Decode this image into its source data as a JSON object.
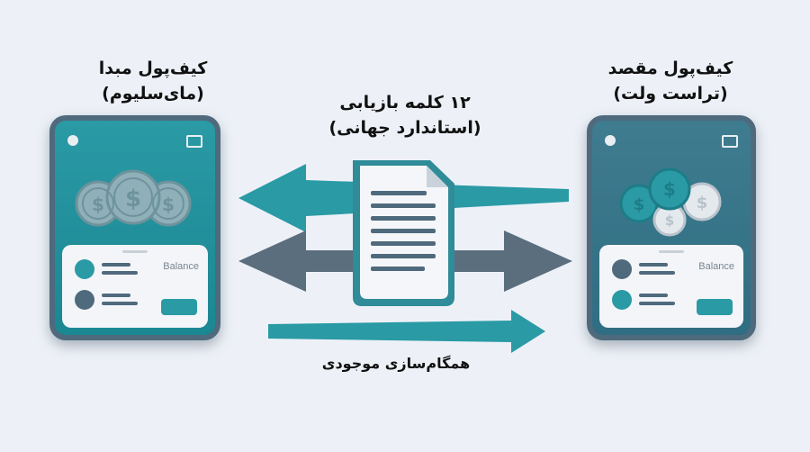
{
  "source_wallet": {
    "title_line1": "کیف‌پول مبدا",
    "title_line2": "(مای‌سلیوم)",
    "balance_label": "Balance"
  },
  "destination_wallet": {
    "title_line1": "کیف‌پول مقصد",
    "title_line2": "(تراست ولت)",
    "balance_label": "Balance"
  },
  "recovery_phrase": {
    "title_line1": "۱۲ کلمه بازیابی",
    "title_line2": "(استاندارد جهانی)"
  },
  "sync_label": "همگام‌سازی موجودی",
  "icons": {
    "coins": "coin-stack-icon",
    "document": "document-icon",
    "wallet": "wallet-icon"
  },
  "colors": {
    "teal": "#2a9aa5",
    "slate": "#4f6a7d",
    "background": "#edf1f7"
  }
}
